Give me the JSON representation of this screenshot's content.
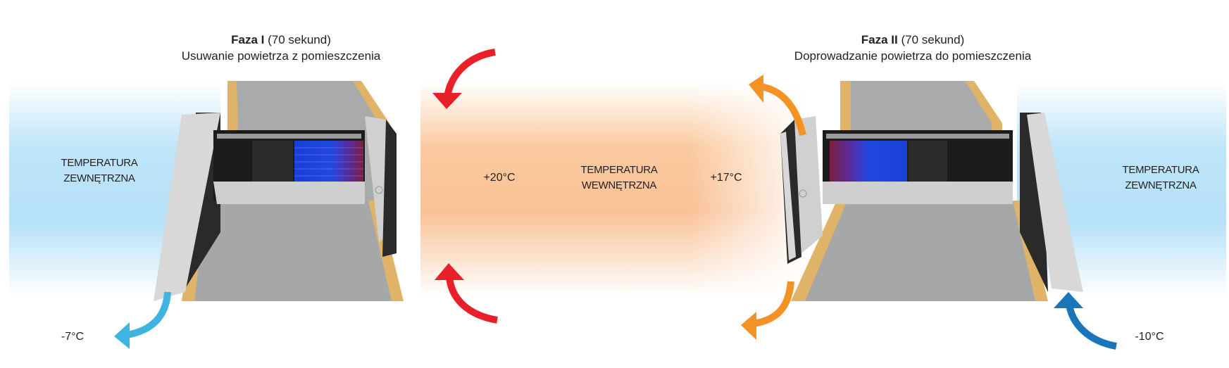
{
  "phase1": {
    "name": "Faza I",
    "duration": "(70 sekund)",
    "description": "Usuwanie powietrza z pomieszczenia"
  },
  "phase2": {
    "name": "Faza II",
    "duration": "(70 sekund)",
    "description": "Doprowadzanie powietrza do pomieszczenia"
  },
  "labels": {
    "outdoor_left": [
      "TEMPERATURA",
      "ZEWNĘTRZNA"
    ],
    "indoor": [
      "TEMPERATURA",
      "WEWNĘTRZNA"
    ],
    "outdoor_right": [
      "TEMPERATURA",
      "ZEWNĘTRZNA"
    ]
  },
  "temperatures": {
    "indoor_phase1": "+20°C",
    "indoor_phase2": "+17°C",
    "outdoor_phase1": "-7°C",
    "outdoor_phase2": "-10°C"
  },
  "colors": {
    "cold": "#b6e1f7",
    "warm": "#f9c196",
    "arrow_indoor_exhaust": "#e8202a",
    "arrow_indoor_supply": "#f39325",
    "arrow_outdoor_exhaust": "#3fb4e0",
    "arrow_outdoor_intake": "#1b75bb"
  }
}
